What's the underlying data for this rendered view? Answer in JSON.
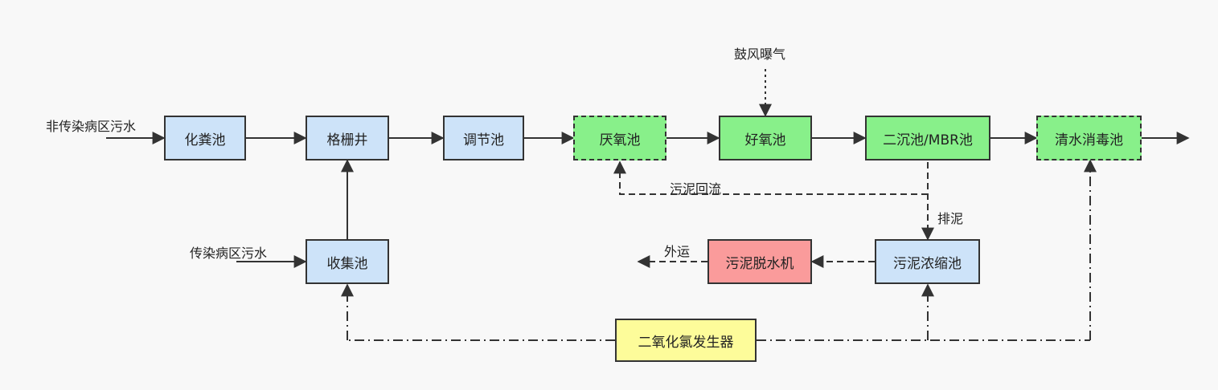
{
  "boxes": {
    "septic_tank": "化粪池",
    "bar_screen_well": "格栅井",
    "equalization_tank": "调节池",
    "anaerobic_tank": "厌氧池",
    "aerobic_tank": "好氧池",
    "secondary_settling_mbr": "二沉池/MBR池",
    "clear_water_disinfection": "清水消毒池",
    "collection_tank": "收集池",
    "sludge_thickening_tank": "污泥浓缩池",
    "sludge_dewatering_machine": "污泥脱水机",
    "chlorine_dioxide_generator": "二氧化氯发生器"
  },
  "labels": {
    "non_infectious_inflow": "非传染病区污水",
    "infectious_inflow": "传染病区污水",
    "blower_aeration": "鼓风曝气",
    "sludge_return": "污泥回流",
    "sludge_discharge": "排泥",
    "outbound": "外运"
  },
  "colors": {
    "blue_box": "#cde3f9",
    "green_box": "#88f08a",
    "red_box": "#fa9b9b",
    "yellow_box": "#fdfc9a",
    "line": "#333333"
  }
}
